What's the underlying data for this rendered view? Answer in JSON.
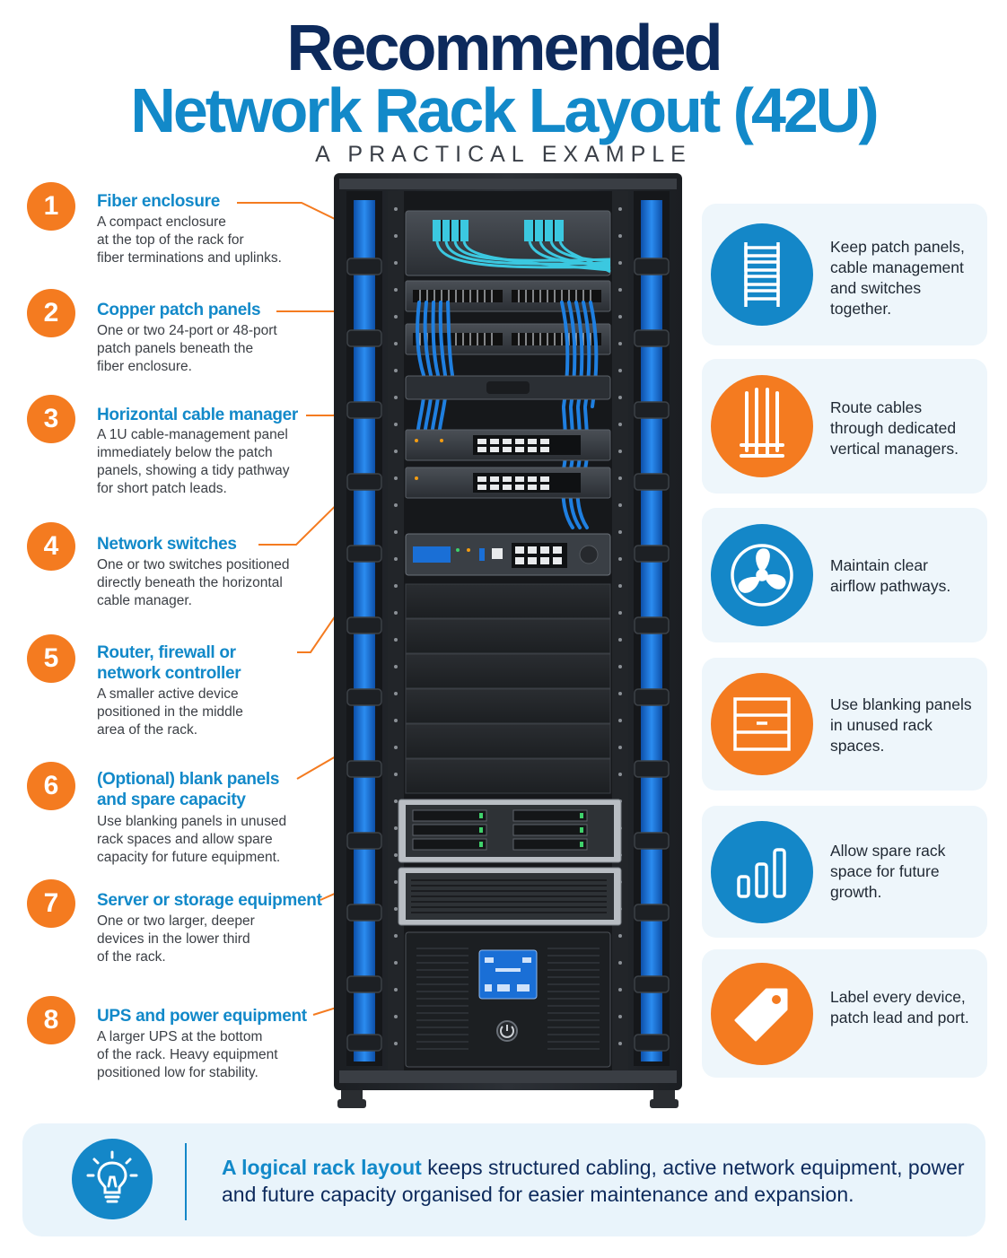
{
  "header": {
    "title_line1": "Recommended",
    "title_line2": "Network Rack Layout (42U)",
    "subtitle": "A PRACTICAL EXAMPLE"
  },
  "callouts": [
    {
      "number": "1",
      "title": "Fiber enclosure",
      "description": "A compact enclosure\nat the top of the rack for\nfiber terminations and uplinks."
    },
    {
      "number": "2",
      "title": "Copper patch panels",
      "description": "One or two 24-port or 48-port\npatch panels beneath the\nfiber enclosure."
    },
    {
      "number": "3",
      "title": "Horizontal cable manager",
      "description": "A 1U cable-management panel\nimmediately below the patch\npanels, showing a tidy pathway\nfor short patch leads."
    },
    {
      "number": "4",
      "title": "Network switches",
      "description": "One or two switches positioned\ndirectly beneath the horizontal\ncable manager."
    },
    {
      "number": "5",
      "title": "Router, firewall or\nnetwork controller",
      "description": "A smaller active device\npositioned in the middle\narea of the rack."
    },
    {
      "number": "6",
      "title": "(Optional) blank panels\nand spare capacity",
      "description": "Use blanking panels in unused\nrack spaces and allow spare\ncapacity for future equipment."
    },
    {
      "number": "7",
      "title": "Server or storage equipment",
      "description": "One or two larger, deeper\ndevices in the lower third\nof the rack."
    },
    {
      "number": "8",
      "title": "UPS and power equipment",
      "description": "A larger UPS at the bottom\nof the rack. Heavy equipment\npositioned low for stability."
    }
  ],
  "tips": [
    {
      "icon": "ladder-icon",
      "color": "#1487c8",
      "text": "Keep patch panels,\ncable management\nand switches\ntogether."
    },
    {
      "icon": "vertical-cables-icon",
      "color": "#f47b20",
      "text": "Route cables\nthrough dedicated\nvertical managers."
    },
    {
      "icon": "fan-icon",
      "color": "#1487c8",
      "text": "Maintain clear\nairflow pathways."
    },
    {
      "icon": "blank-panel-icon",
      "color": "#f47b20",
      "text": "Use blanking panels\nin unused rack\nspaces."
    },
    {
      "icon": "bar-growth-icon",
      "color": "#1487c8",
      "text": "Allow spare rack\nspace for future\ngrowth."
    },
    {
      "icon": "tag-icon",
      "color": "#f47b20",
      "text": "Label every device,\npatch lead and port."
    }
  ],
  "footer": {
    "icon": "lightbulb-icon",
    "text_strong": "A logical rack layout",
    "text_rest": " keeps structured cabling, active network equipment, power and future capacity organised for easier maintenance and expansion."
  },
  "colors": {
    "navy": "#0d2a5c",
    "accent_blue": "#1289c9",
    "accent_orange": "#f47b20",
    "panel_bg": "#eef6fb",
    "cable_blue": "#1f7fe0",
    "fiber_cyan": "#3bc8e0",
    "ups_screen": "#1a6fd6"
  }
}
